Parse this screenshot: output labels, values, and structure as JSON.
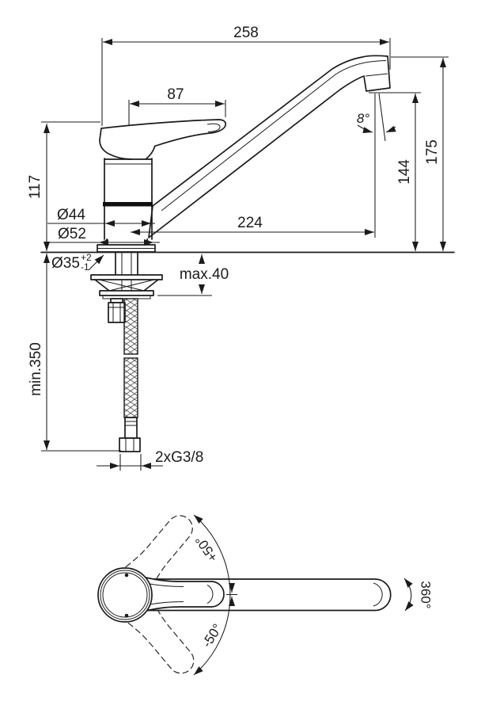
{
  "drawing": {
    "kind": "technical dimension drawing",
    "subject": "single-lever kitchen sink mixer tap",
    "units": "mm",
    "line_color": "#1b1b1b",
    "background": "#ffffff"
  },
  "side_view": {
    "dims": {
      "overall_length": "258",
      "handle_length": "87",
      "spout_tilt": "8°",
      "height_to_handle": "117",
      "body_dia": "Ø44",
      "base_dia": "Ø52",
      "spout_reach": "224",
      "outlet_height": "144",
      "overall_height": "175",
      "hole_dia": "Ø35",
      "hole_tol_plus": "+2",
      "hole_tol_minus": "-1",
      "deck_max": "max.40",
      "hose_min": "min.350",
      "connection": "2xG3/8"
    }
  },
  "plan_view": {
    "labels": {
      "swing_plus": "+50°",
      "swing_minus": "-50°",
      "rotation": "360°"
    }
  }
}
